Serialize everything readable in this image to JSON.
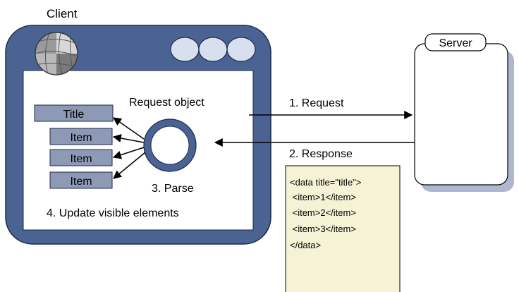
{
  "client": {
    "label": "Client",
    "request_object_label": "Request object",
    "parse_label": "3. Parse",
    "update_label": "4. Update visible elements",
    "elements": [
      "Title",
      "Item",
      "Item",
      "Item"
    ]
  },
  "server": {
    "label": "Server"
  },
  "arrows": {
    "request_label": "1. Request",
    "response_label": "2. Response"
  },
  "response_doc": {
    "lines": [
      "<data title=\"title\">",
      " <item>1</item>",
      " <item>2</item>",
      " <item>3</item>",
      "</data>"
    ]
  },
  "colors": {
    "window_frame": "#4a6393",
    "window_button": "#d8e0f0",
    "element_box": "#8d9ab6",
    "server_shadow": "#aeb7cf",
    "doc_fill": "#f6f2d6"
  }
}
